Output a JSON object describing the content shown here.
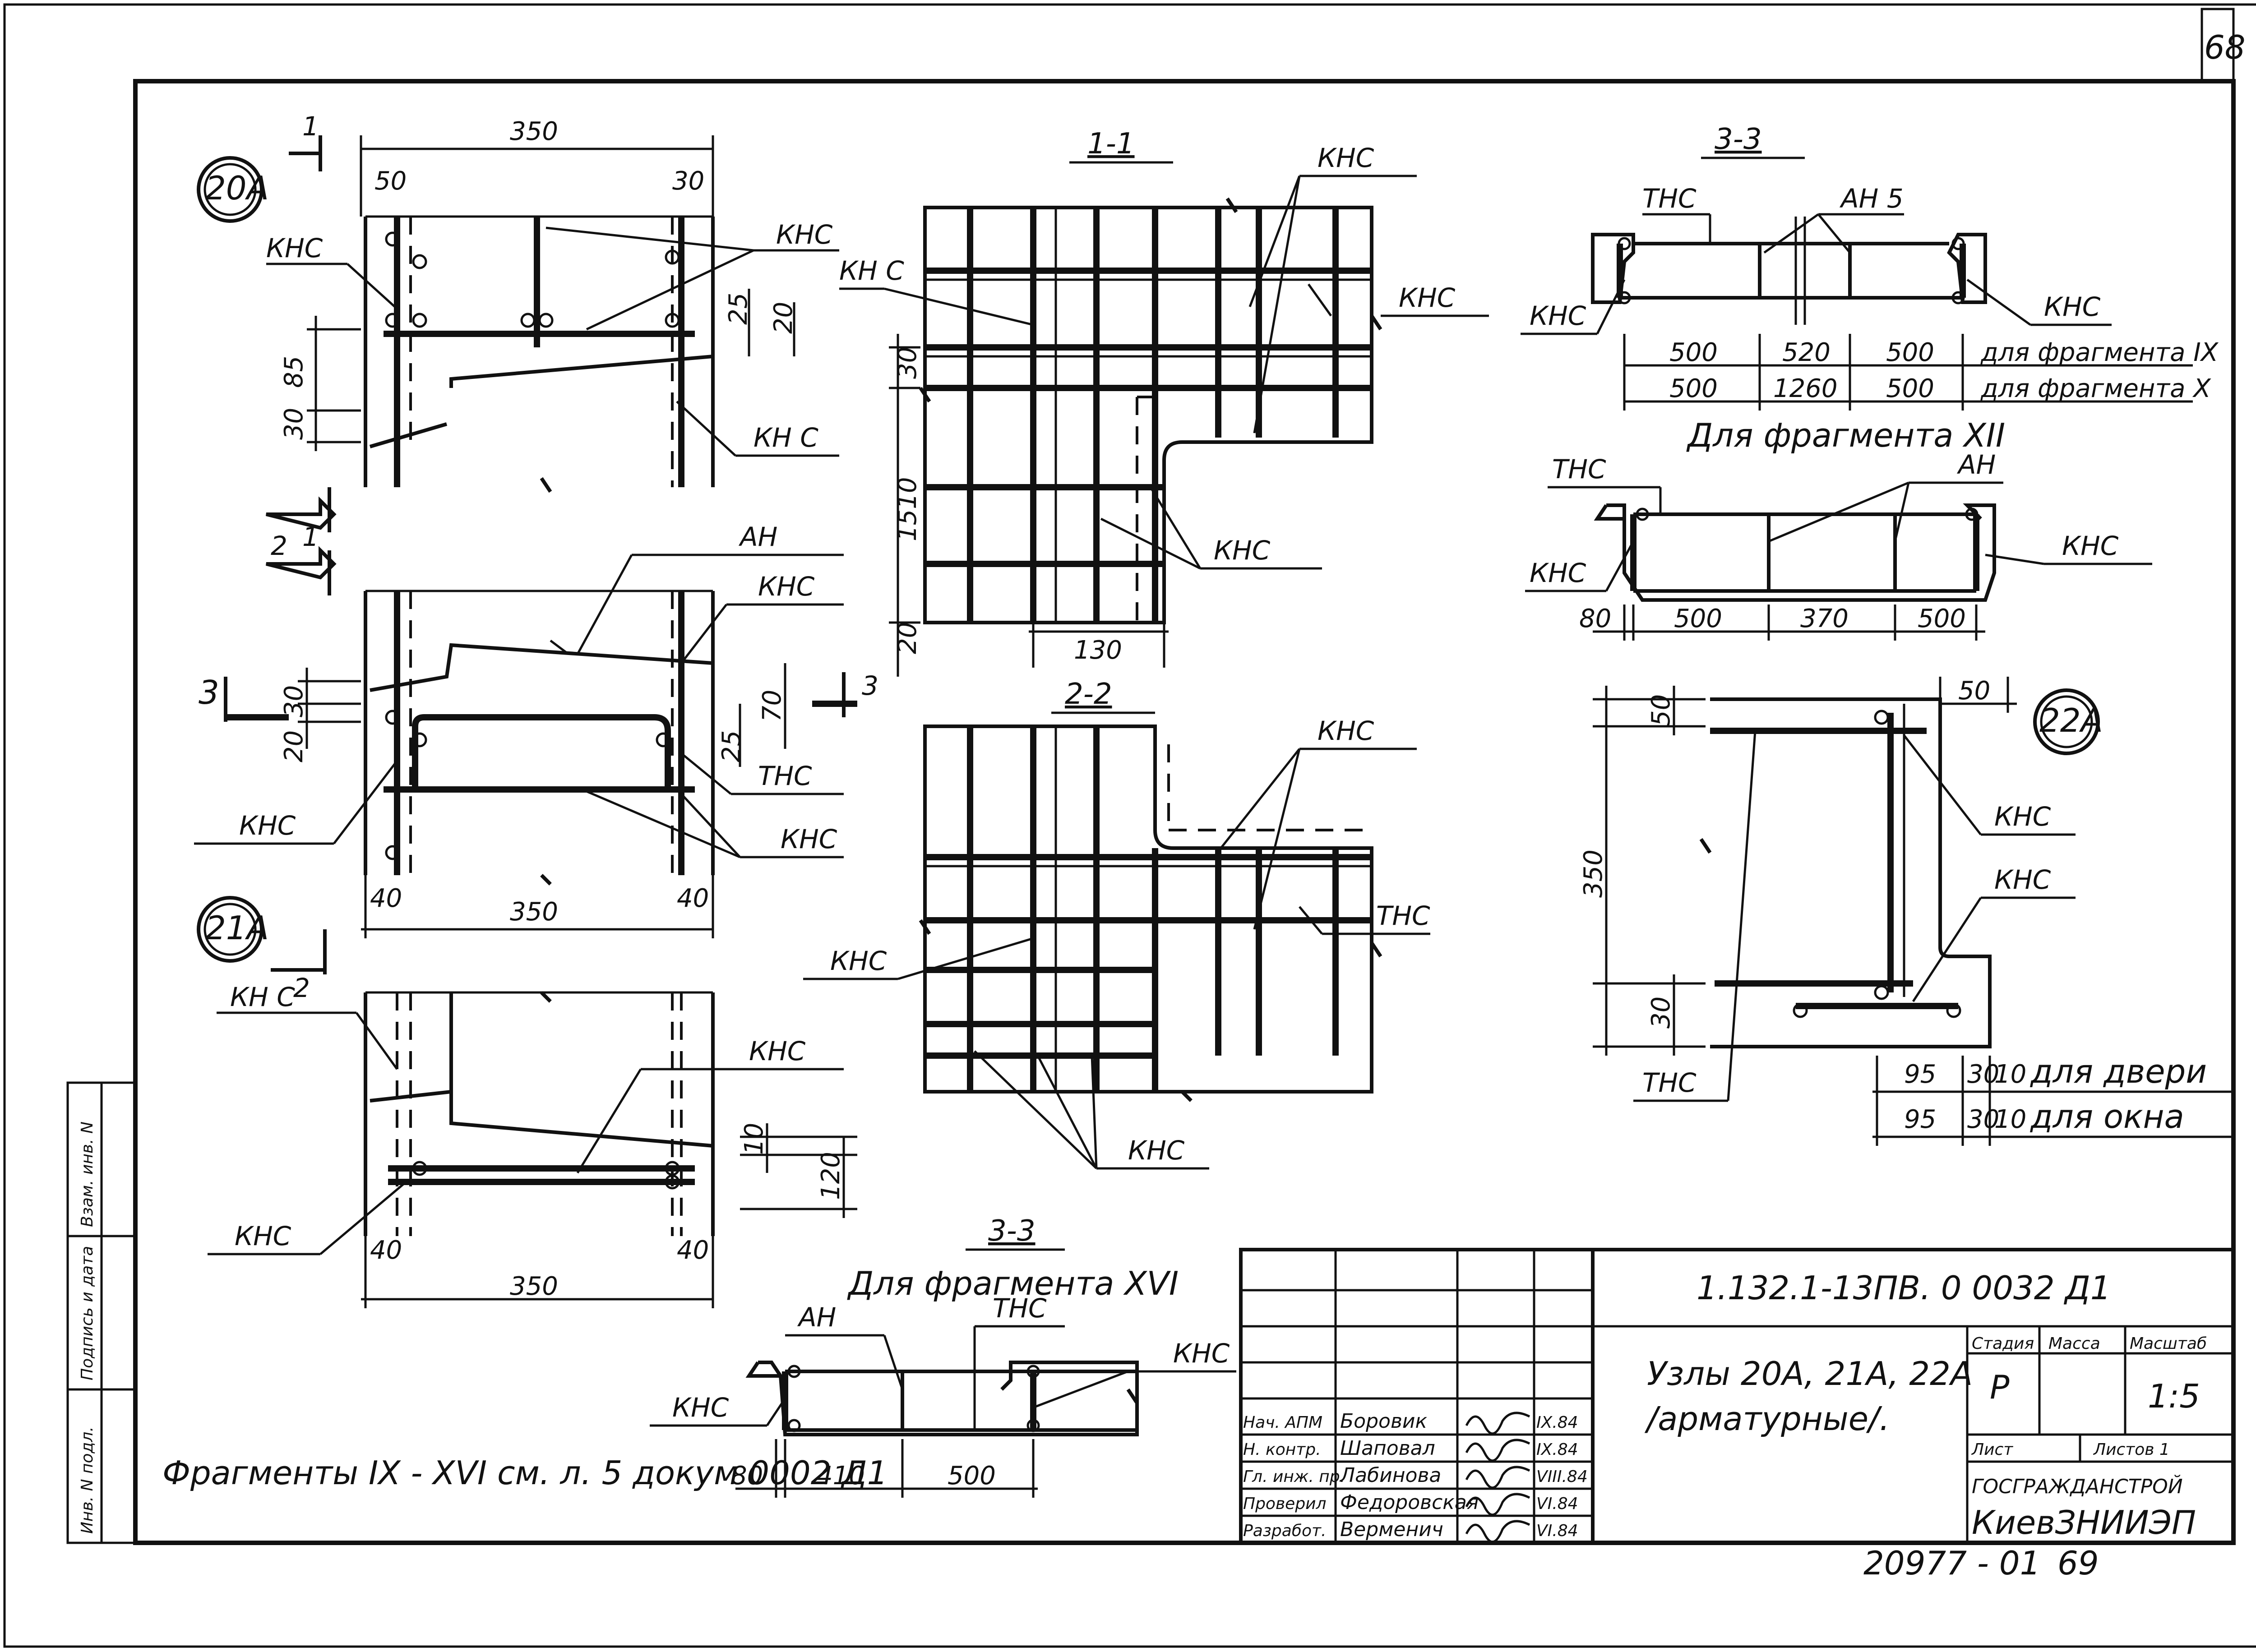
{
  "sheet": {
    "page_number": "68",
    "side_labels": [
      "Взам. инв. N",
      "Подпись и дата",
      "Инв. N подл."
    ],
    "footer_code": "20977 - 01",
    "footer_num": "69",
    "note": "Фрагменты IX - XVI см. л. 5 докум 0002 Д1"
  },
  "nodes": {
    "n20a": {
      "badge": "20А",
      "cut": "1",
      "dims": {
        "width": "350",
        "left": "50",
        "right": "30",
        "v85": "85",
        "v30": "30",
        "v25": "25",
        "v20": "20"
      },
      "labels": {
        "knc_left": "КНС",
        "knc_right": "КНС",
        "knc_bottom": "КН С"
      }
    },
    "mid": {
      "cut2": "2",
      "cut1": "1",
      "cut3": "3",
      "cut3b": "3",
      "dims": {
        "v30": "30",
        "v20": "20",
        "v25": "25",
        "v70": "70",
        "width": "350",
        "left": "40",
        "right": "40"
      },
      "labels": {
        "an": "АН",
        "knc_top": "КНС",
        "thc": "ТНС",
        "knc_left": "КНС",
        "knc_right": "КНС"
      }
    },
    "n21a": {
      "badge": "21А",
      "cut": "2",
      "dims": {
        "v10": "10",
        "v120": "120",
        "width": "350",
        "left": "40",
        "right": "40"
      },
      "labels": {
        "knc_top": "КН С",
        "knc_mid": "КНС",
        "knc_bottom": "КНС"
      }
    },
    "s11": {
      "title": "1-1",
      "dims": {
        "v30": "30",
        "v1510": "1510",
        "v20": "20",
        "w130": "130"
      },
      "labels": {
        "knc_top": "КНС",
        "knc_right": "КНС",
        "knc_left": "КН С",
        "knc_mid": "КНС"
      }
    },
    "s22": {
      "title": "2-2",
      "labels": {
        "knc_top": "КНС",
        "thc": "ТНС",
        "knc_left": "КНС",
        "knc_bottom": "КНС"
      }
    },
    "s33a": {
      "title": "3-3",
      "labels": {
        "thc": "ТНС",
        "an5": "АН 5",
        "knc_left": "КНС",
        "knc_right": "КНС"
      },
      "rows": [
        {
          "a": "500",
          "b": "520",
          "c": "500",
          "note": "для фрагмента IX"
        },
        {
          "a": "500",
          "b": "1260",
          "c": "500",
          "note": "для фрагмента X"
        }
      ]
    },
    "fragXII": {
      "title": "Для фрагмента XII",
      "labels": {
        "thc": "ТНС",
        "an": "АН",
        "knc_left": "КНС",
        "knc_right": "КНС"
      },
      "dims": {
        "a": "80",
        "b": "500",
        "c": "370",
        "d": "500"
      }
    },
    "n22a": {
      "badge": "22А",
      "dims": {
        "top": "50",
        "v50": "50",
        "v350": "350",
        "v30": "30"
      },
      "labels": {
        "knc_top": "КНС",
        "knc_mid": "КНС",
        "thc": "ТНС"
      },
      "rows": [
        {
          "a": "95",
          "b": "30",
          "c": "10",
          "note": "для двери"
        },
        {
          "a": "95",
          "b": "30",
          "c": "10",
          "note": "для окна"
        }
      ]
    },
    "s33b": {
      "title": "3-3",
      "subtitle": "Для фрагмента XVI",
      "labels": {
        "an": "АН",
        "thc": "ТНС",
        "knc_left": "КНС",
        "knc_right": "КНС"
      },
      "dims": {
        "a": "80",
        "b": "410",
        "c": "500"
      }
    }
  },
  "titleblock": {
    "code": "1.132.1-13ПВ. 0 0032 Д1",
    "name_line1": "Узлы 20А, 21А, 22А",
    "name_line2": "/арматурные/.",
    "stage_label": "Стадия",
    "mass_label": "Масса",
    "scale_label": "Масштаб",
    "stage": "Р",
    "scale": "1:5",
    "sheet_label": "Лист",
    "sheets_label": "Листов 1",
    "org1": "ГОСГРАЖДАНСТРОЙ",
    "org2": "КиевЗНИИЭП",
    "rows": [
      {
        "role": "Нач. АПМ",
        "name": "Боровик",
        "date": "IX.84"
      },
      {
        "role": "Н. контр.",
        "name": "Шаповал",
        "date": "IX.84"
      },
      {
        "role": "Гл. инж. пр.",
        "name": "Лабинова",
        "date": "VIII.84"
      },
      {
        "role": "Проверил",
        "name": "Федоровская",
        "date": "VI.84"
      },
      {
        "role": "Разработ.",
        "name": "Верменич",
        "date": "VI.84"
      }
    ]
  }
}
